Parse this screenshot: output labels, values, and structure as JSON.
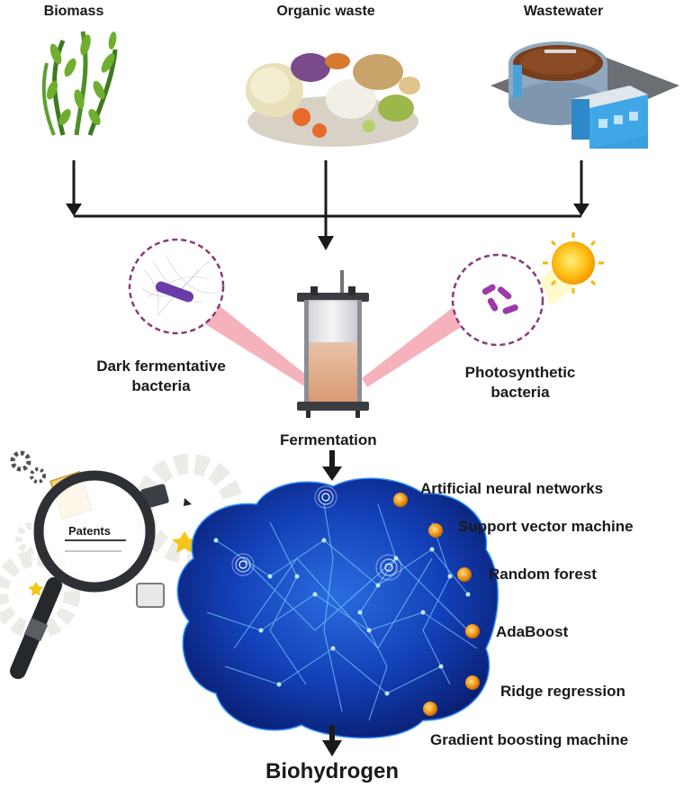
{
  "sources": [
    {
      "label": "Biomass",
      "icon": "seaweed-icon"
    },
    {
      "label": "Organic waste",
      "icon": "organic-waste-icon"
    },
    {
      "label": "Wastewater",
      "icon": "wastewater-plant-icon"
    }
  ],
  "bacteria": {
    "dark_line1": "Dark fermentative",
    "dark_line2": "bacteria",
    "photo_line1": "Photosynthetic",
    "photo_line2": "bacteria"
  },
  "process": {
    "fermentation": "Fermentation"
  },
  "patents": {
    "label": "Patents"
  },
  "ml_methods": [
    "Artificial neural networks",
    "Support vector machine",
    "Random forest",
    "AdaBoost",
    "Ridge regression",
    "Gradient boosting machine"
  ],
  "output": {
    "label": "Biohydrogen"
  },
  "colors": {
    "arrow": "#1a1a1a",
    "brain": "#0d2a8a",
    "brain_glow": "#2f8fff",
    "dashed_circle": "#8a3a7a",
    "pink_beam": "#f4a5b0",
    "node_orange": "#f29a1c",
    "sun": "#ffc21a"
  }
}
